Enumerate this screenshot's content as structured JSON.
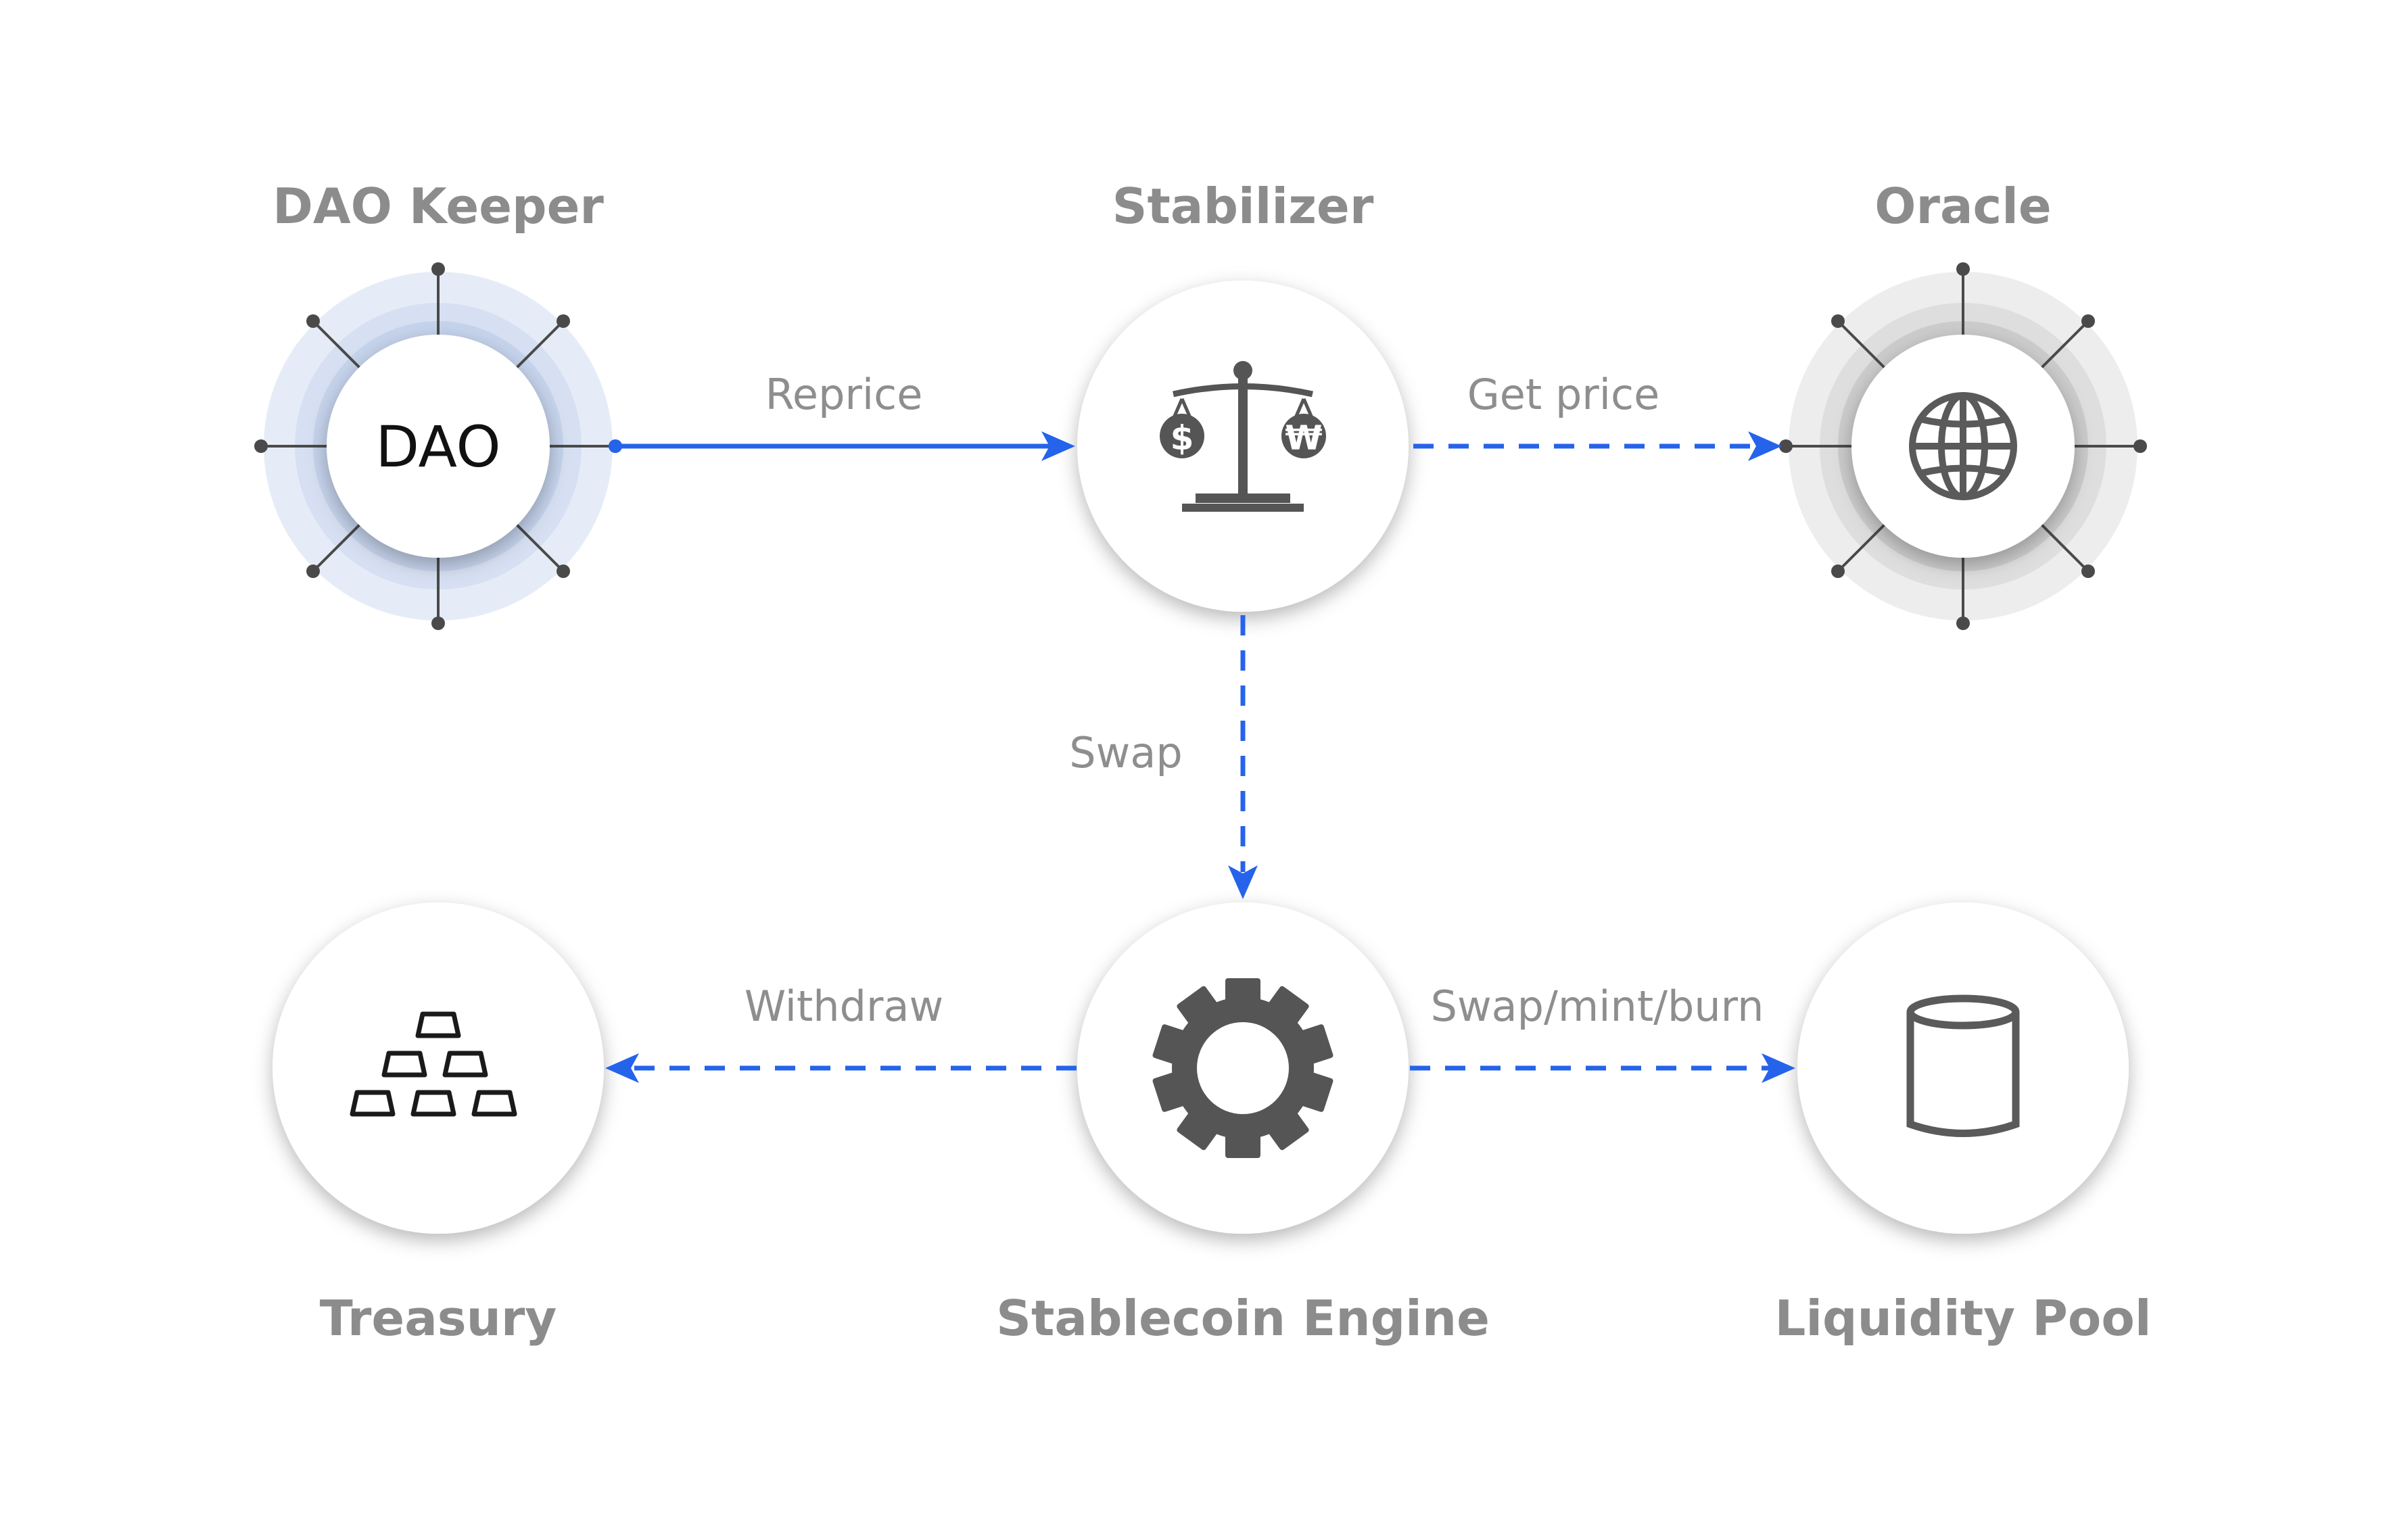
{
  "nodes": {
    "dao_keeper": {
      "title": "DAO Keeper",
      "text": "DAO",
      "icon": "dao-text"
    },
    "stabilizer": {
      "title": "Stabilizer",
      "icon": "balance-scale-icon"
    },
    "oracle": {
      "title": "Oracle",
      "icon": "globe-icon"
    },
    "treasury": {
      "title": "Treasury",
      "icon": "gold-bars-icon"
    },
    "engine": {
      "title": "Stablecoin Engine",
      "icon": "gear-icon"
    },
    "pool": {
      "title": "Liquidity Pool",
      "icon": "database-cylinder-icon"
    }
  },
  "edges": {
    "reprice": {
      "label": "Reprice",
      "from": "DAO Keeper",
      "to": "Stabilizer",
      "style": "solid"
    },
    "get_price": {
      "label": "Get price",
      "from": "Stabilizer",
      "to": "Oracle",
      "style": "dashed"
    },
    "swap": {
      "label": "Swap",
      "from": "Stabilizer",
      "to": "Stablecoin Engine",
      "style": "dashed"
    },
    "withdraw": {
      "label": "Withdraw",
      "from": "Stablecoin Engine",
      "to": "Treasury",
      "style": "dashed"
    },
    "swap_mint_burn": {
      "label": "Swap/mint/burn",
      "from": "Stablecoin Engine",
      "to": "Liquidity Pool",
      "style": "dashed"
    }
  },
  "colors": {
    "arrow": "#2563eb",
    "title_text": "#8c8c8c",
    "icon": "#5a5a5a",
    "dao_halo": "#c7d5ee",
    "oracle_halo": "#d4d4d4"
  }
}
